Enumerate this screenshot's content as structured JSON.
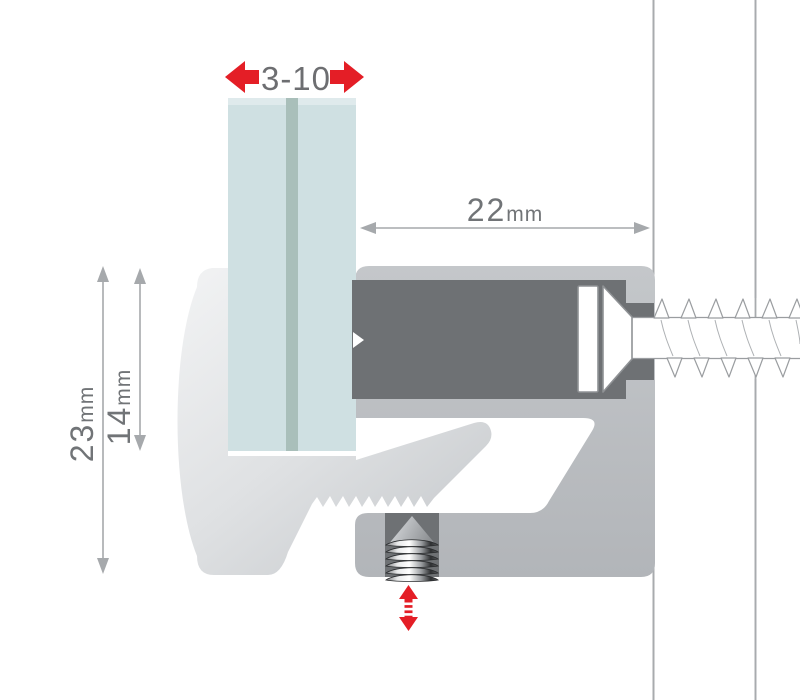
{
  "diagram": {
    "description": "Glass clamp cross-section mounting diagram",
    "labels": {
      "thickness_range": "3-10",
      "depth_value": "22",
      "depth_unit": "mm",
      "height_value": "23",
      "height_unit": "mm",
      "grip_value": "14",
      "grip_unit": "mm"
    },
    "colors": {
      "accent_red": "#e41e26",
      "body_gray": "#b9bcc0",
      "cavity_gray": "#6e7174",
      "glass_blue": "#cfe0e2",
      "glass_core": "#a9bfba",
      "glass_highlight": "#dfeaec",
      "dim_gray": "#a6a9ac",
      "text_gray": "#717477",
      "wall_gray": "#a8abae",
      "outline_gray": "#9a9da0"
    }
  }
}
